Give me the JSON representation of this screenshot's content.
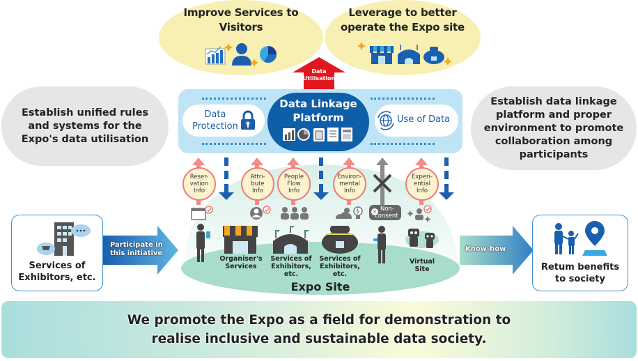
{
  "goals": {
    "left": {
      "line1": "Improve Services to",
      "line2": "Visitors",
      "icons": [
        "bar-chart-icon",
        "person-icon",
        "pie-chart-icon"
      ]
    },
    "right": {
      "line1": "Leverage to better",
      "line2": "operate the Expo site",
      "icons": [
        "shop-icon",
        "stadium-icon",
        "pavilion-icon"
      ]
    }
  },
  "data_utilisation_arrow": {
    "line1": "Data",
    "line2": "Utilisation"
  },
  "side_notes": {
    "left": {
      "lines": [
        "Establish unified rules",
        "and systems for the",
        "Expo's data utilisation"
      ]
    },
    "right": {
      "lines": [
        "Establish data linkage",
        "platform and proper",
        "environment to promote",
        "collaboration among",
        "participants"
      ]
    }
  },
  "platform": {
    "title_line1": "Data Linkage",
    "title_line2": "Platform",
    "data_protection": {
      "line1": "Data",
      "line2": "Protection"
    },
    "use_of_data": "Use of Data"
  },
  "info_flows": [
    {
      "lines": [
        "Reser-",
        "vation",
        "Info"
      ],
      "icon": "calendar-check-icon"
    },
    {
      "lines": [
        "Attri-",
        "bute",
        "Info"
      ],
      "icon": "user-check-icon"
    },
    {
      "lines": [
        "People",
        "Flow",
        "Info"
      ],
      "icon": "people-group-icon"
    },
    {
      "lines": [
        "Environ-",
        "mental",
        "Info"
      ],
      "icon": "weather-bulb-icon"
    },
    {
      "lines": [
        "Experi-",
        "ential",
        "Info"
      ],
      "icon": "user-sparkle-icon"
    }
  ],
  "non_consent": {
    "line1": "Non-",
    "line2": "consent"
  },
  "exhibitors_box": {
    "line1": "Services of",
    "line2": "Exhibitors, etc."
  },
  "participate_arrow": {
    "line1": "Participate in",
    "line2": "this initiative"
  },
  "expo_site": {
    "title": "Expo Site",
    "items": [
      {
        "lines": [
          "Organiser's",
          "Services"
        ]
      },
      {
        "lines": [
          "Services of",
          "Exhibitors,",
          "etc."
        ]
      },
      {
        "lines": [
          "Services of",
          "Exhibitors,",
          "etc."
        ]
      },
      {
        "lines": [
          "Virtual",
          "Site"
        ]
      }
    ]
  },
  "knowhow_arrow": {
    "label": "Know-how"
  },
  "return_box": {
    "line1": "Retum benefits",
    "line2": "to society"
  },
  "banner": {
    "line1": "We promote the Expo as a field for demonstration to",
    "line2": "realise inclusive and sustainable data society."
  },
  "colors": {
    "goal_fill": "#f8f0b2",
    "platform_fill": "#bfe4f6",
    "platform_core": "#0e5ea8",
    "upload_arrow": "#f48b8b",
    "download_arrow": "#1a5fb0",
    "utilisation_arrow": "#e0171e",
    "expo_site": "#a8dccb",
    "side_note_fill": "#e6e6e6"
  }
}
